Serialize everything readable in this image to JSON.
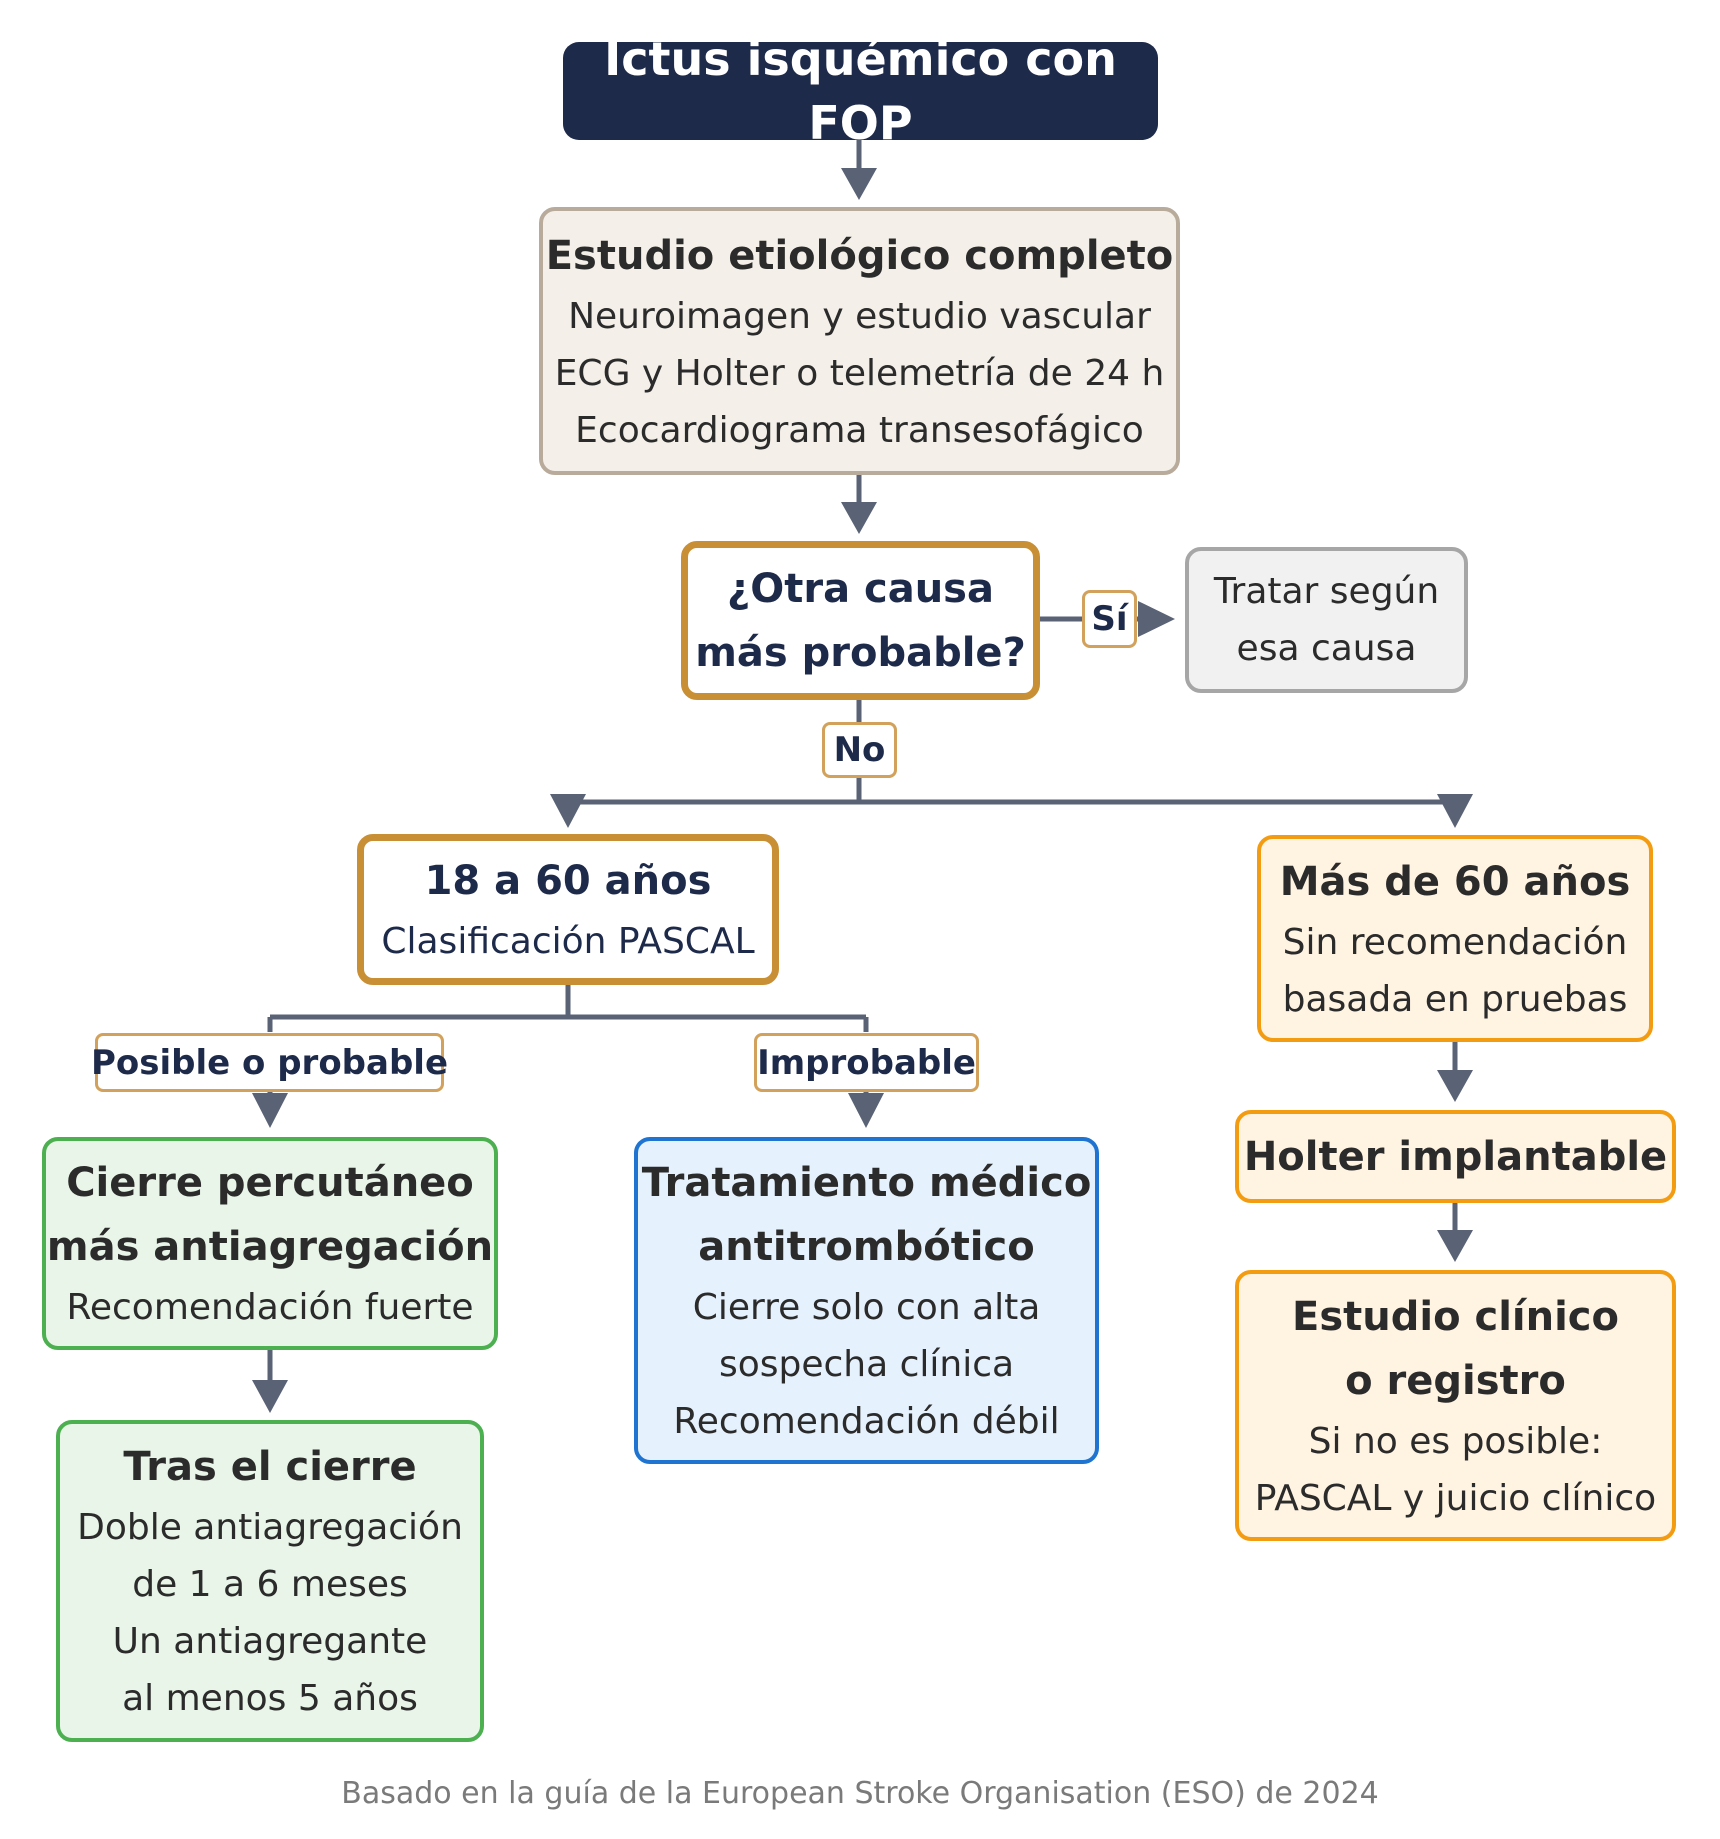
{
  "title": "Ictus isquémico con FOP",
  "study": {
    "heading": "Estudio etiológico completo",
    "lines": [
      "Neuroimagen y estudio vascular",
      "ECG y Holter o telemetría de 24 h",
      "Ecocardiograma transesofágico"
    ]
  },
  "decision": {
    "line1": "¿Otra causa",
    "line2": "más probable?"
  },
  "yes_label": "Sí",
  "treat_other": {
    "line1": "Tratar según",
    "line2": "esa causa"
  },
  "no_label": "No",
  "young": {
    "heading": "18 a 60 años",
    "line": "Clasificación PASCAL"
  },
  "older": {
    "heading": "Más de 60 años",
    "lines": [
      "Sin recomendación",
      "basada en pruebas"
    ]
  },
  "possible_label": "Posible o probable",
  "improbable_label": "Improbable",
  "closure": {
    "line1": "Cierre percutáneo",
    "line2": "más antiagregación",
    "sub": "Recomendación fuerte"
  },
  "medical": {
    "line1": "Tratamiento médico",
    "line2": "antitrombótico",
    "lines": [
      "Cierre solo con alta",
      "sospecha clínica",
      "Recomendación débil"
    ]
  },
  "after_closure": {
    "heading": "Tras el cierre",
    "lines": [
      "Doble antiagregación",
      "de 1 a 6 meses",
      "Un antiagregante",
      "al menos 5 años"
    ]
  },
  "holter": {
    "heading": "Holter implantable"
  },
  "clinical_study": {
    "line1": "Estudio clínico",
    "line2": "o registro",
    "lines": [
      "Si no es posible:",
      "PASCAL y juicio clínico"
    ]
  },
  "footer": "Basado en la guía de la European Stroke Organisation (ESO) de 2024",
  "colors": {
    "navy": "#1e2a4a",
    "decision_border": "#c98f34",
    "green_border": "#4caf50",
    "blue_border": "#1e74d0",
    "orange_border": "#f39c12",
    "connector": "#5a6275"
  }
}
